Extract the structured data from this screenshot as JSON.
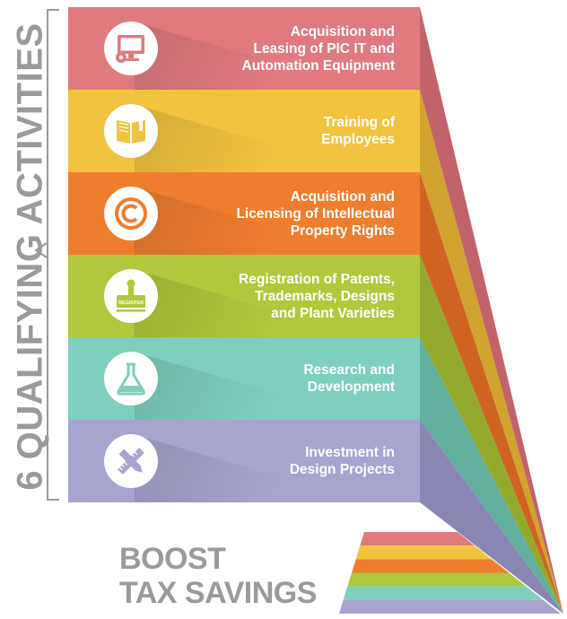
{
  "side_title": "6 QUALIFYING ACTIVITIES",
  "bottom_title": {
    "line1": "BOOST",
    "line2": "TAX SAVINGS"
  },
  "icon_text": {
    "register": "REGISTER"
  },
  "activities": [
    {
      "lines": [
        "Acquisition and",
        "Leasing of PIC IT and",
        "Automation Equipment"
      ],
      "color": "#e07a7f",
      "side_color": "#c2636a",
      "icon": "computer-gear-icon"
    },
    {
      "lines": [
        "Training of",
        "Employees"
      ],
      "color": "#f2c33f",
      "side_color": "#d1a42f",
      "icon": "open-book-icon"
    },
    {
      "lines": [
        "Acquisition and",
        "Licensing of Intellectual",
        "Property Rights"
      ],
      "color": "#ef7d2e",
      "side_color": "#cf6421",
      "icon": "copyright-icon"
    },
    {
      "lines": [
        "Registration of Patents,",
        "Trademarks, Designs",
        "and Plant Varieties"
      ],
      "color": "#afc83c",
      "side_color": "#93aa2d",
      "icon": "register-stamp-icon"
    },
    {
      "lines": [
        "Research and",
        "Development"
      ],
      "color": "#7ecfbd",
      "side_color": "#63b09f",
      "icon": "flask-icon"
    },
    {
      "lines": [
        "Investment in",
        "Design Projects"
      ],
      "color": "#a7a4cf",
      "side_color": "#8a86b3",
      "icon": "pencil-ruler-icon"
    }
  ]
}
